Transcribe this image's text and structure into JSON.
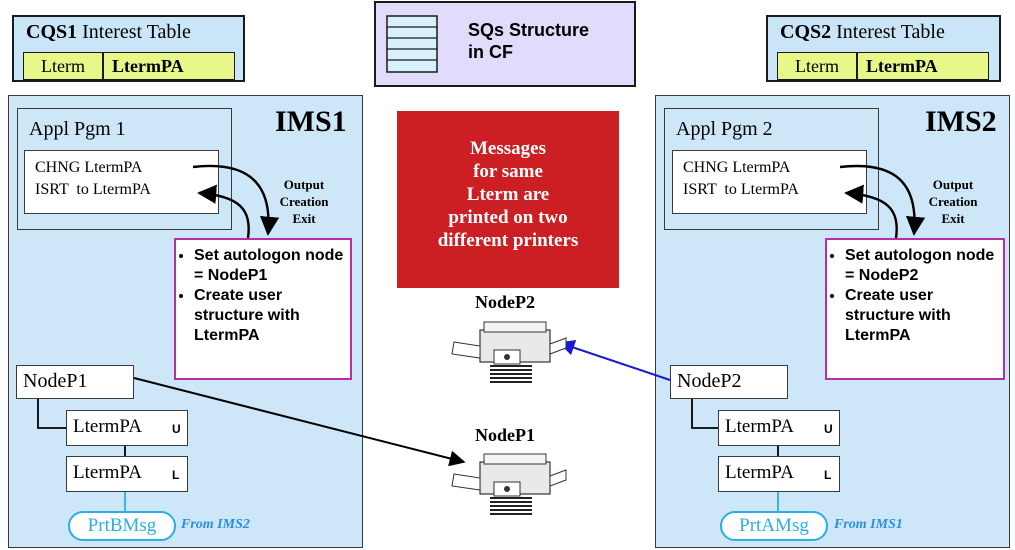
{
  "cqs1": {
    "name": "CQS1",
    "title_rest": "Interest Table",
    "cell1": "Lterm",
    "cell2": "LtermPA"
  },
  "cqs2": {
    "name": "CQS2",
    "title_rest": "Interest Table",
    "cell1": "Lterm",
    "cell2": "LtermPA"
  },
  "sq": {
    "title": "SQs Structure\nin CF"
  },
  "warning": {
    "text": "Messages\nfor same\nLterm are\nprinted on two\ndifferent printers"
  },
  "ims1": {
    "label": "IMS1",
    "appl_title": "Appl Pgm 1",
    "code_line1": "CHNG LtermPA",
    "code_line2": "ISRT  to LtermPA",
    "exit_label": "Output\nCreation\nExit",
    "exit_items": [
      "Set autologon node = NodeP1",
      "Create user structure with LtermPA"
    ],
    "node": "NodeP1",
    "lterm_u": "LtermPA",
    "lterm_u_mark": "U",
    "lterm_l": "LtermPA",
    "lterm_l_mark": "L",
    "msg": "PrtBMsg",
    "from": "From IMS2"
  },
  "ims2": {
    "label": "IMS2",
    "appl_title": "Appl Pgm 2",
    "code_line1": "CHNG LtermPA",
    "code_line2": "ISRT  to LtermPA",
    "exit_label": "Output\nCreation\nExit",
    "exit_items": [
      "Set autologon node = NodeP2",
      "Create user structure with LtermPA"
    ],
    "node": "NodeP2",
    "lterm_u": "LtermPA",
    "lterm_u_mark": "U",
    "lterm_l": "LtermPA",
    "lterm_l_mark": "L",
    "msg": "PrtAMsg",
    "from": "From IMS1"
  },
  "printers": {
    "top": "NodeP2",
    "bottom": "NodeP1"
  },
  "colors": {
    "panel": "#cde6f8",
    "cqs_cells": "#e7f78a",
    "sq_box": "#e1dcfb",
    "warning": "#cc1f24",
    "exit_border": "#b52fa6",
    "msg": "#2aaee8",
    "arrow_blue": "#1a1ad6"
  }
}
